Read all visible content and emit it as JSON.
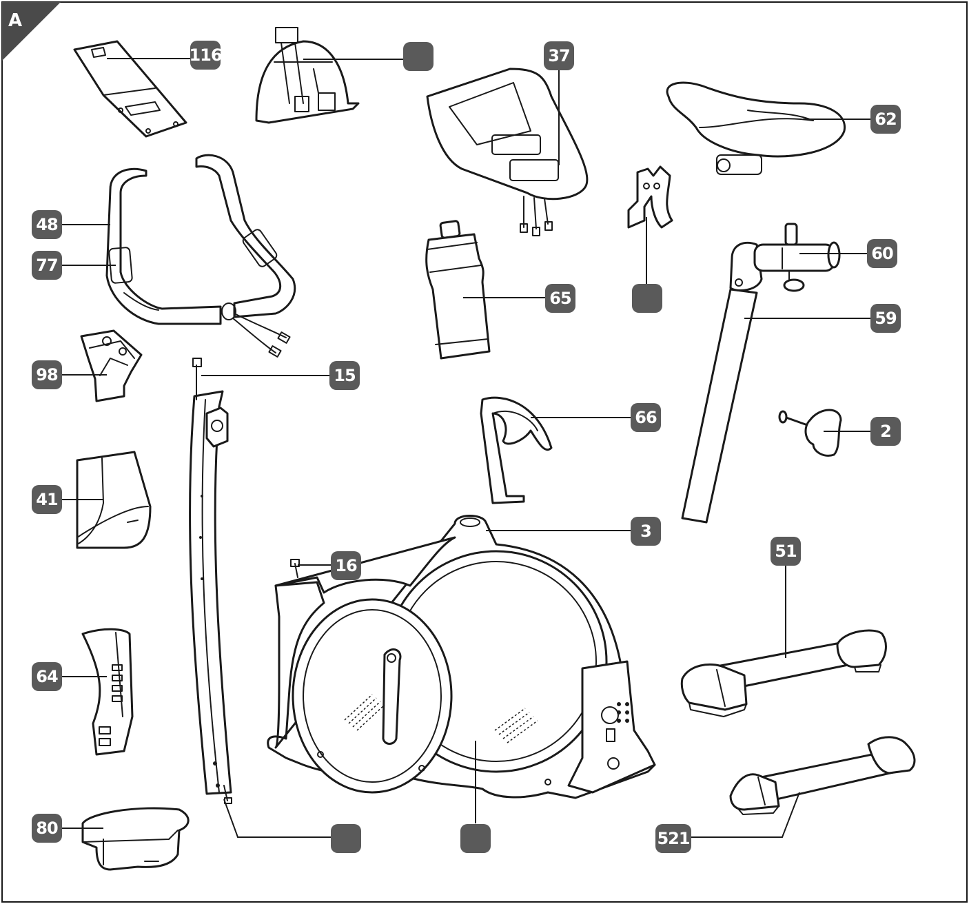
{
  "figure": {
    "corner_label": "A",
    "colors": {
      "line": "#1a1a1a",
      "badge": "#5a5a5a",
      "badge_text": "#ffffff",
      "background": "#ffffff"
    }
  },
  "labels": {
    "l116": "116",
    "l37": "37",
    "l62": "62",
    "l48": "48",
    "l77": "77",
    "l60": "60",
    "l65": "65",
    "l59": "59",
    "l98": "98",
    "l15": "15",
    "l66": "66",
    "l2": "2",
    "l41": "41",
    "l3": "3",
    "l51": "51",
    "l16": "16",
    "l64": "64",
    "l80": "80",
    "l521": "521",
    "blank_top": "",
    "blank_clip": "",
    "blank_upright_bottom": "",
    "blank_frame_bottom": ""
  }
}
